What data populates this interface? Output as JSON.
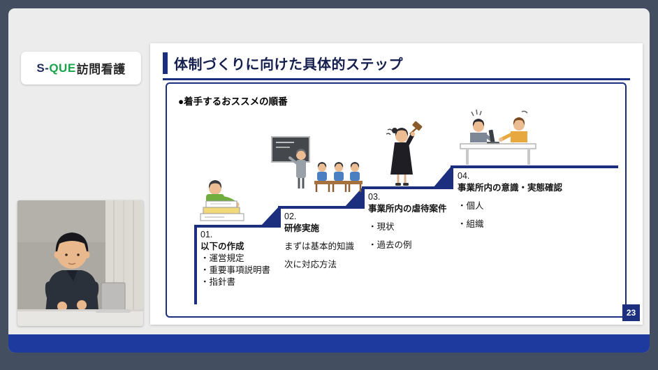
{
  "window": {
    "frame_color": "#434e60",
    "inner_bg": "#ececec",
    "bottom_bar_color": "#1e3a9e"
  },
  "logo": {
    "part1": "S-",
    "part2": "QUE",
    "part3": "訪問看護"
  },
  "slide": {
    "title": "体制づくりに向けた具体的ステップ",
    "section_label": "●着手するおススメの順番",
    "steps": [
      {
        "number": "01.",
        "title": "以下の作成",
        "items": [
          "・運営規定",
          "・重要事項説明書",
          "・指針書"
        ]
      },
      {
        "number": "02.",
        "title": "研修実施",
        "items": [
          "まずは基本的知識",
          "次に対応方法"
        ]
      },
      {
        "number": "03.",
        "title": "事業所内の虐待案件",
        "items": [
          "・現状",
          "・過去の例"
        ]
      },
      {
        "number": "04.",
        "title": "事業所内の意識・実態確認",
        "items": [
          "・個人",
          "・組織"
        ]
      }
    ],
    "page_number": "23"
  },
  "colors": {
    "accent_navy": "#1b2f7e",
    "logo_green": "#19a34a",
    "title_text": "#151f4e"
  },
  "icons": {
    "step1": "person-with-documents-illustration",
    "step2": "training-classroom-illustration",
    "step3": "speaker-in-black-illustration",
    "step4": "meeting-table-illustration",
    "presenter": "presenter-webcam-video"
  }
}
